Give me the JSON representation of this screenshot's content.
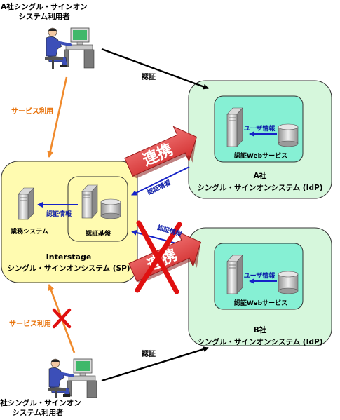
{
  "users": {
    "a_label": [
      "A社シングル・サインオン",
      "システム利用者"
    ],
    "b_label": [
      "B社シングル・サインオン",
      "システム利用者"
    ]
  },
  "edges": {
    "a_auth": "認証",
    "b_auth": "認証",
    "a_service_use": "サービス利用",
    "b_service_use": "サービス利用",
    "renkei_a": "連携",
    "renkei_b": "連携"
  },
  "sp": {
    "title_line1": "Interstage",
    "title_line2": "シングル・サインオンシステム (SP)",
    "business_system": "業務システム",
    "auth_platform": "認証基盤",
    "auth_info": "認証情報"
  },
  "idp_a": {
    "line1": "A社",
    "line2": "シングル・サインオンシステム (IdP)",
    "web_service": "認証Webサービス",
    "user_info": "ユーザ情報",
    "auth_info": "認証情報"
  },
  "idp_b": {
    "line1": "B社",
    "line2": "シングル・サインオンシステム (IdP)",
    "web_service": "認証Webサービス",
    "user_info": "ユーザ情報",
    "auth_info": "認証情報"
  },
  "colors": {
    "sp_fill": "#fffbb0",
    "idp_fill": "#d6f7dc",
    "inner_teal": "#86f0d4",
    "renkei_arrow": "#e24a4a",
    "orange": "#f08a2c",
    "blue": "#1522c8",
    "cross_red": "#e01010"
  }
}
